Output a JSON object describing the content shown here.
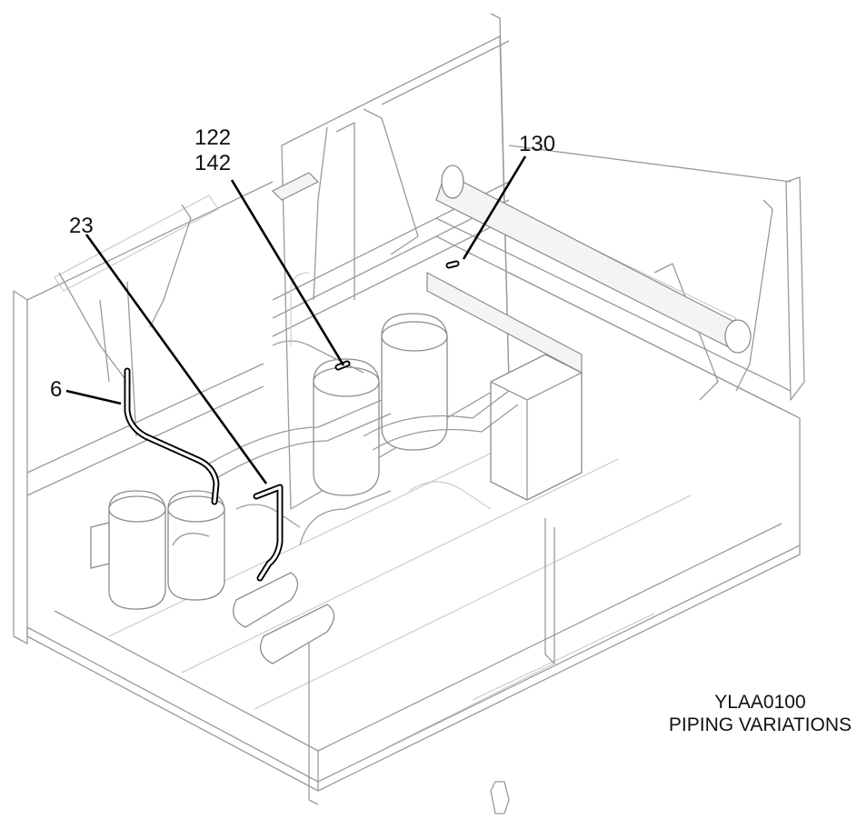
{
  "callouts": {
    "label_6": "6",
    "label_23": "23",
    "label_122": "122",
    "label_142": "142",
    "label_130": "130"
  },
  "caption": {
    "line1": "YLAA0100",
    "line2": "PIPING VARIATIONS"
  },
  "colors": {
    "frame": "#9a9a9a",
    "highlight": "#000000",
    "background": "#ffffff"
  }
}
